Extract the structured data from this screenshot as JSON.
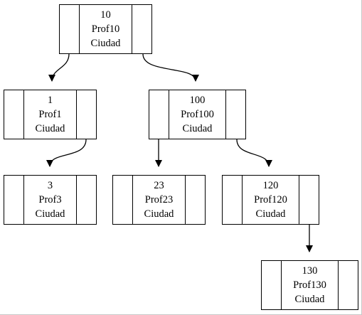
{
  "diagram": {
    "nodes": [
      {
        "id": "n10",
        "key": "10",
        "prof": "Prof10",
        "city": "Ciudad"
      },
      {
        "id": "n1",
        "key": "1",
        "prof": "Prof1",
        "city": "Ciudad"
      },
      {
        "id": "n100",
        "key": "100",
        "prof": "Prof100",
        "city": "Ciudad"
      },
      {
        "id": "n3",
        "key": "3",
        "prof": "Prof3",
        "city": "Ciudad"
      },
      {
        "id": "n23",
        "key": "23",
        "prof": "Prof23",
        "city": "Ciudad"
      },
      {
        "id": "n120",
        "key": "120",
        "prof": "Prof120",
        "city": "Ciudad"
      },
      {
        "id": "n130",
        "key": "130",
        "prof": "Prof130",
        "city": "Ciudad"
      }
    ],
    "edges": [
      {
        "from": "n10",
        "to": "n1"
      },
      {
        "from": "n10",
        "to": "n100"
      },
      {
        "from": "n1",
        "to": "n3"
      },
      {
        "from": "n100",
        "to": "n23"
      },
      {
        "from": "n100",
        "to": "n120"
      },
      {
        "from": "n120",
        "to": "n130"
      }
    ]
  }
}
